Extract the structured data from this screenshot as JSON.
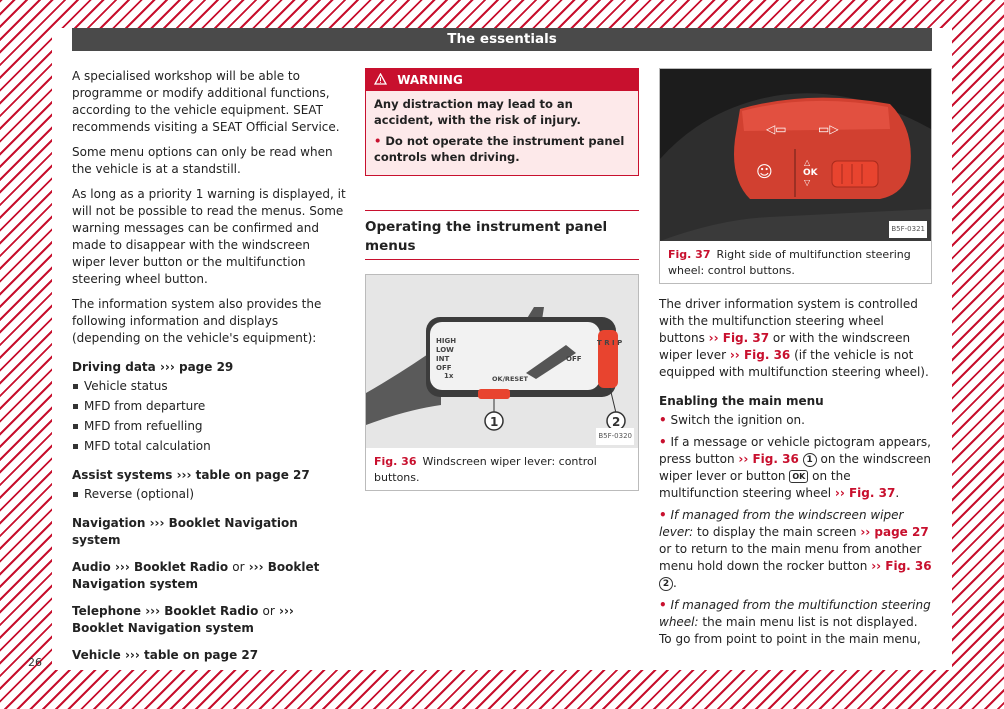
{
  "header": {
    "title": "The essentials"
  },
  "page_number": "26",
  "col1": {
    "p1": "A specialised workshop will be able to programme or modify additional functions, according to the vehicle equipment. SEAT recommends visiting a SEAT Official Service.",
    "p2": "Some menu options can only be read when the vehicle is at a standstill.",
    "p3": "As long as a priority 1 warning is displayed, it will not be possible to read the menus. Some warning messages can be confirmed and made to disappear with the windscreen wiper lever button or the multifunction steering wheel button.",
    "p4": "The information system also provides the following information and displays (depending on the vehicle's equipment):",
    "driving": {
      "label": "Driving data",
      "arrow": "›››",
      "ref": "page 29",
      "items": [
        "Vehicle status",
        "MFD from departure",
        "MFD from refuelling",
        "MFD total calculation"
      ]
    },
    "assist": {
      "label": "Assist systems",
      "arrow": "›››",
      "ref": "table on page 27",
      "items": [
        "Reverse (optional)"
      ]
    },
    "navigation": {
      "label": "Navigation",
      "arrow": "›››",
      "ref": "Booklet Navigation system"
    },
    "audio": {
      "label": "Audio",
      "arrow": "›››",
      "ref1": "Booklet Radio",
      "or": "or",
      "ref2": "Booklet Navigation system"
    },
    "telephone": {
      "label": "Telephone",
      "arrow": "›››",
      "ref1": "Booklet Radio",
      "or": "or",
      "ref2": "Booklet Navigation system"
    },
    "vehicle": {
      "label": "Vehicle",
      "arrow": "›››",
      "ref": "table on page 27"
    }
  },
  "warning": {
    "icon": "warning-triangle-icon",
    "title": "WARNING",
    "line1": "Any distraction may lead to an accident, with the risk of injury.",
    "line2": "Do not operate the instrument panel controls when driving."
  },
  "section": {
    "title": "Operating the instrument panel menus"
  },
  "fig36": {
    "code": "B5F-0320",
    "num": "Fig. 36",
    "caption": "Windscreen wiper lever: control buttons.",
    "labels": {
      "high": "HIGH",
      "low": "LOW",
      "int": "INT",
      "off": "OFF",
      "onex": "1x",
      "okreset": "OK/RESET",
      "off2": "OFF",
      "trip": "T R I P",
      "c1": "1",
      "c2": "2"
    }
  },
  "fig37": {
    "code": "B5F-0321",
    "num": "Fig. 37",
    "caption": "Right side of multifunction steering wheel: control buttons.",
    "labels": {
      "ok": "OK"
    }
  },
  "col3": {
    "intro_a": "The driver information system is controlled with the multifunction steering wheel buttons",
    "intro_ref1": "Fig. 37",
    "intro_b": "or with the windscreen wiper lever",
    "intro_ref2": "Fig. 36",
    "intro_c": "(if the vehicle is not equipped with multifunction steering wheel).",
    "enabling": "Enabling the main menu",
    "b1": "Switch the ignition on.",
    "b2a": "If a message or vehicle pictogram appears, press button",
    "b2ref1": "Fig. 36",
    "b2c1": "1",
    "b2b": "on the windscreen wiper lever or button",
    "b2ok": "OK",
    "b2c": "on the multifunction steering wheel",
    "b2ref2": "Fig. 37",
    "b3em": "If managed from the windscreen wiper lever:",
    "b3a": "to display the main screen",
    "b3ref1": "page 27",
    "b3b": "or to return to the main menu from another menu hold down the rocker button",
    "b3ref2": "Fig. 36",
    "b3c2": "2",
    "b4em": "If managed from the multifunction steering wheel:",
    "b4a": "the main menu list is not displayed. To go from point to point in the main menu,"
  }
}
